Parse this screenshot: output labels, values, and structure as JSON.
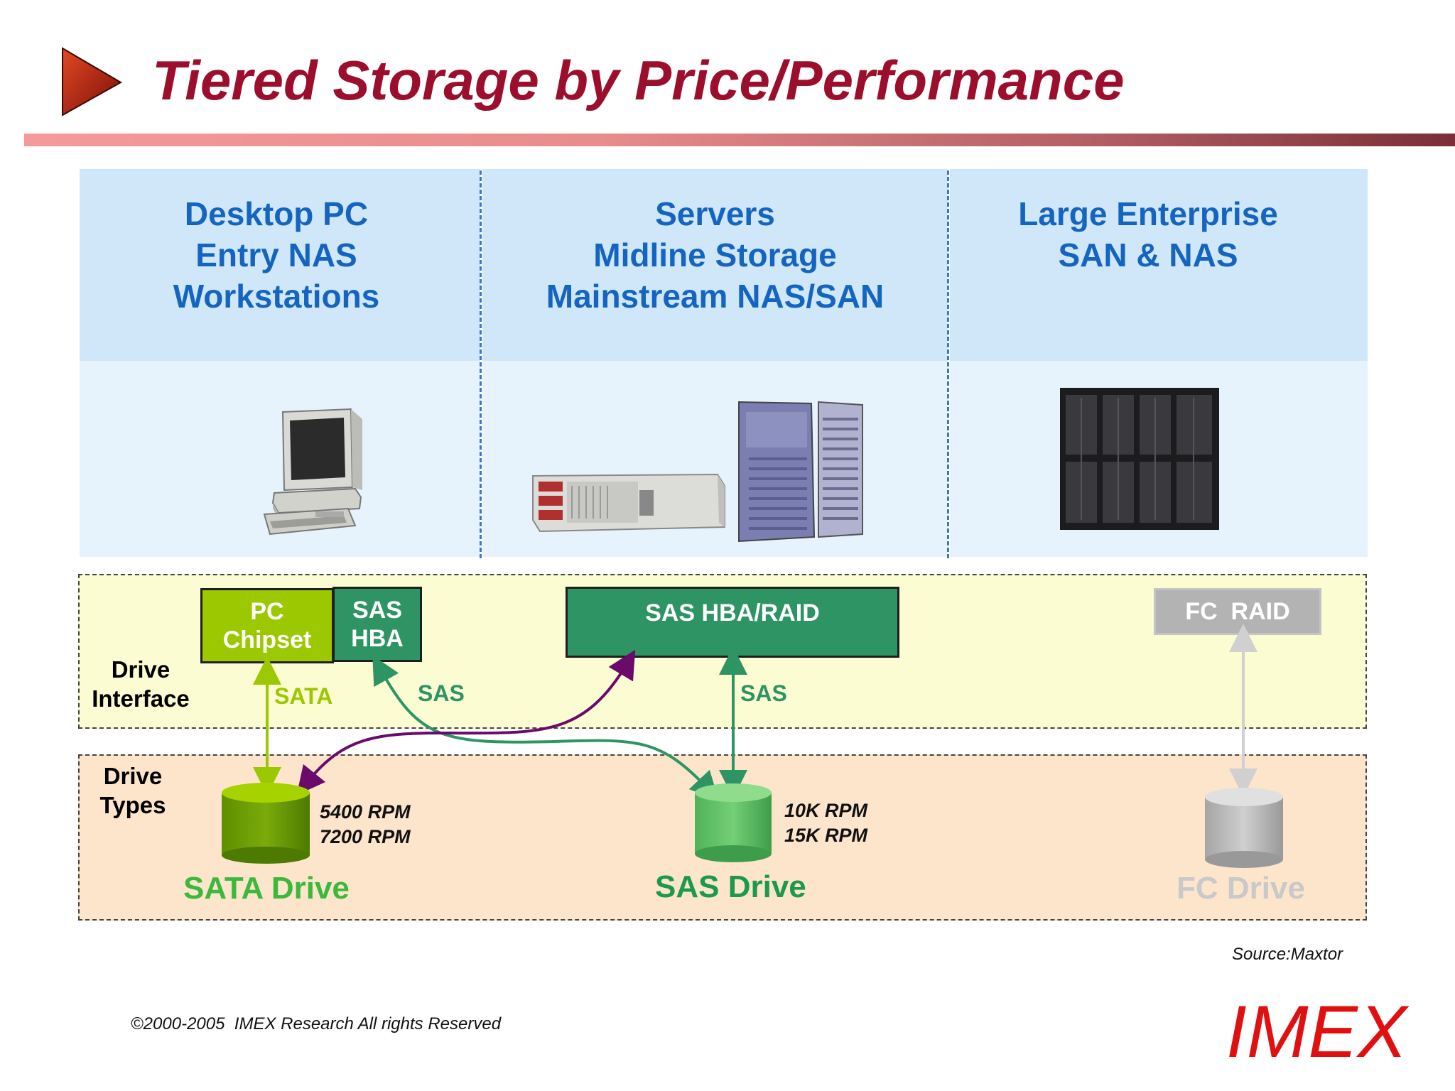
{
  "title": "Tiered Storage by Price/Performance",
  "columns": [
    {
      "lines": [
        "Desktop PC",
        "Entry NAS",
        "Workstations"
      ]
    },
    {
      "lines": [
        "Servers",
        "Midline Storage",
        "Mainstream NAS/SAN"
      ]
    },
    {
      "lines": [
        "Large Enterprise",
        "SAN & NAS"
      ]
    }
  ],
  "interface_zone": {
    "label_lines": [
      "Drive",
      "Interface"
    ],
    "boxes": {
      "pc_chipset": [
        "PC",
        "Chipset"
      ],
      "sas_hba": [
        "SAS",
        "HBA"
      ],
      "sas_hba_raid": "SAS HBA/RAID",
      "fc_raid": "FC  RAID"
    },
    "connections": {
      "sata": "SATA",
      "sas_left": "SAS",
      "sas_right": "SAS"
    }
  },
  "types_zone": {
    "label_lines": [
      "Drive",
      "Types"
    ],
    "drives": [
      {
        "name": "SATA Drive",
        "rpm": [
          "5400 RPM",
          "7200 RPM"
        ]
      },
      {
        "name": "SAS Drive",
        "rpm": [
          "10K RPM",
          "15K RPM"
        ]
      },
      {
        "name": "FC Drive",
        "rpm": []
      }
    ]
  },
  "colors": {
    "title": "#9b0e2c",
    "column_text": "#1565c0",
    "pc_chipset": "#9bc800",
    "sas_hba": "#2e9464",
    "fc_raid": "#b3b3b3",
    "sata_green": "#3cb83c",
    "sas_green": "#1a9a4a",
    "purple_arrow": "#6a0a6a"
  },
  "icons": [
    "desktop-pc-icon",
    "rack-server-icon",
    "tower-server-icon",
    "storage-cabinet-icon",
    "disk-cylinder-icon",
    "play-triangle-icon"
  ],
  "source": "Source:Maxtor",
  "copyright": "©2000-2005  IMEX Research All rights Reserved",
  "logo": "IMEX"
}
